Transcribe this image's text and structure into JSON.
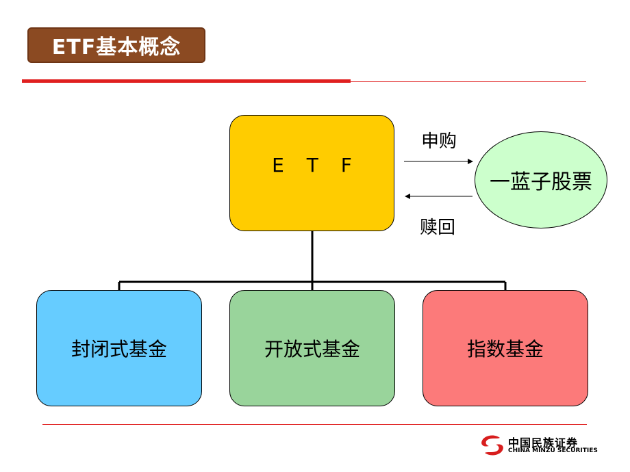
{
  "slide": {
    "title": "ETF基本概念"
  },
  "diagram": {
    "center_node": "E T F",
    "right_node": "一蓝子股票",
    "arrow_top_label": "申购",
    "arrow_bottom_label": "赎回",
    "children": [
      "封闭式基金",
      "开放式基金",
      "指数基金"
    ]
  },
  "colors": {
    "title_bg": "#8b4a22",
    "rule": "#e02020",
    "etf": "#ffcc00",
    "basket": "#ccffcc",
    "closed_fund": "#66ccff",
    "open_fund": "#99d49b",
    "index_fund": "#fc7a7a"
  },
  "footer": {
    "logo_cn": "中国民族证券",
    "logo_en": "CHINA MINZU SECURITIES",
    "logo_icon": "minzu-logo-icon"
  }
}
